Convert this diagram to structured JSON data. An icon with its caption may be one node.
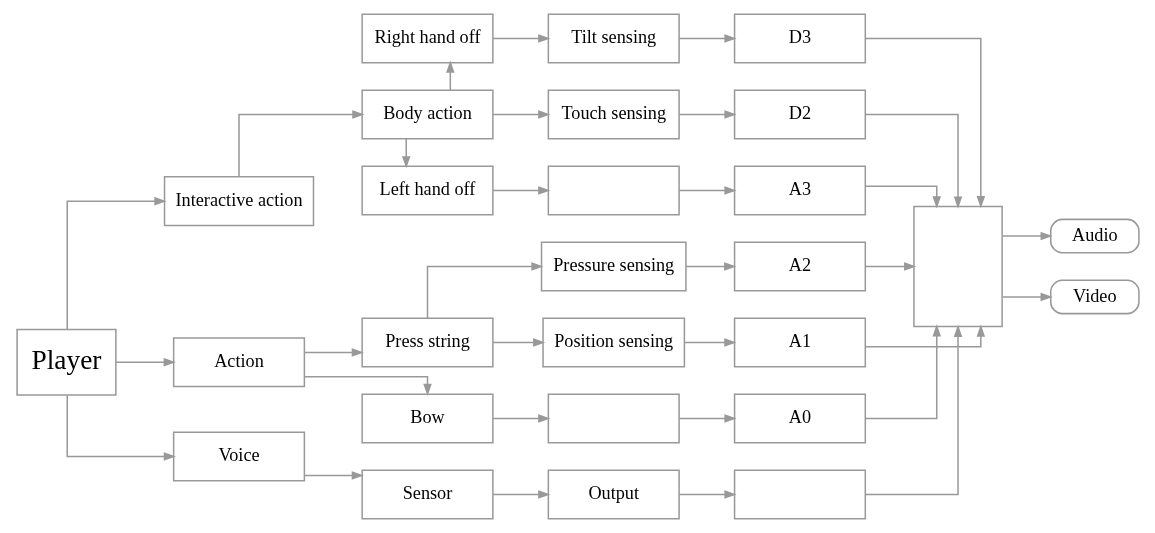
{
  "diagram": {
    "nodes": [
      {
        "text": [
          "Player"
        ]
      },
      {
        "text": [
          "Interactive action"
        ]
      },
      {
        "text": [
          "Action"
        ]
      },
      {
        "text": [
          "Voice"
        ]
      },
      {
        "text": [
          "Right hand off"
        ]
      },
      {
        "text": [
          "Body action"
        ]
      },
      {
        "text": [
          "Left hand off"
        ]
      },
      {
        "text": [
          "Press string"
        ]
      },
      {
        "text": [
          "Bow"
        ]
      },
      {
        "text": [
          "Sensor"
        ]
      },
      {
        "text": [
          "Tilt sensing"
        ]
      },
      {
        "text": [
          "Touch sensing"
        ]
      },
      {
        "text": [],
        "shape": "box"
      },
      {
        "text": [
          "Pressure sensing"
        ]
      },
      {
        "text": [
          "Position sensing"
        ]
      },
      {
        "text": [],
        "shape": "box"
      },
      {
        "text": [
          "Output"
        ]
      },
      {
        "text": [
          "D3"
        ]
      },
      {
        "text": [
          "D2"
        ]
      },
      {
        "text": [
          "A3"
        ]
      },
      {
        "text": [
          "A2"
        ]
      },
      {
        "text": [
          "A1"
        ]
      },
      {
        "text": [
          "A0"
        ]
      },
      {
        "text": [],
        "shape": "box"
      },
      {
        "text": [],
        "shape": "box"
      },
      {
        "text": [
          "Audio"
        ]
      },
      {
        "text": [
          "Video"
        ]
      }
    ],
    "edges": [
      {
        "from": 0,
        "to": 1,
        "arrow": "to"
      },
      {
        "from": 0,
        "to": 2,
        "arrow": "to"
      },
      {
        "from": 0,
        "to": 3,
        "arrow": "to"
      },
      {
        "from": 1,
        "to": 5,
        "arrow": "to"
      },
      {
        "from": 5,
        "to": 4,
        "arrow": "to"
      },
      {
        "from": 5,
        "to": 6,
        "arrow": "to"
      },
      {
        "from": 5,
        "to": 11,
        "arrow": "to"
      },
      {
        "from": 4,
        "to": 10,
        "arrow": "to"
      },
      {
        "from": 6,
        "to": 12,
        "arrow": "to"
      },
      {
        "from": 2,
        "to": 7,
        "arrow": "to"
      },
      {
        "from": 2,
        "to": 8,
        "arrow": "to"
      },
      {
        "from": 7,
        "to": 13,
        "arrow": "to"
      },
      {
        "from": 7,
        "to": 14,
        "arrow": "to"
      },
      {
        "from": 8,
        "to": 15,
        "arrow": "to"
      },
      {
        "from": 3,
        "to": 9,
        "arrow": "to"
      },
      {
        "from": 9,
        "to": 16,
        "arrow": "to"
      },
      {
        "from": 10,
        "to": 17,
        "arrow": "to"
      },
      {
        "from": 11,
        "to": 18,
        "arrow": "to"
      },
      {
        "from": 12,
        "to": 19,
        "arrow": "to"
      },
      {
        "from": 13,
        "to": 20,
        "arrow": "to"
      },
      {
        "from": 14,
        "to": 21,
        "arrow": "to"
      },
      {
        "from": 15,
        "to": 22,
        "arrow": "to"
      },
      {
        "from": 16,
        "to": 23,
        "arrow": "to"
      },
      {
        "from": 17,
        "to": 24,
        "arrow": "to"
      },
      {
        "from": 18,
        "to": 24,
        "arrow": "to"
      },
      {
        "from": 19,
        "to": 24,
        "arrow": "to"
      },
      {
        "from": 20,
        "to": 24,
        "arrow": "to"
      },
      {
        "from": 21,
        "to": 24,
        "arrow": "to"
      },
      {
        "from": 22,
        "to": 24,
        "arrow": "to"
      },
      {
        "from": 23,
        "to": 24,
        "arrow": "to"
      },
      {
        "from": 24,
        "to": 25,
        "arrow": "to"
      },
      {
        "from": 24,
        "to": 26,
        "arrow": "to"
      }
    ]
  }
}
